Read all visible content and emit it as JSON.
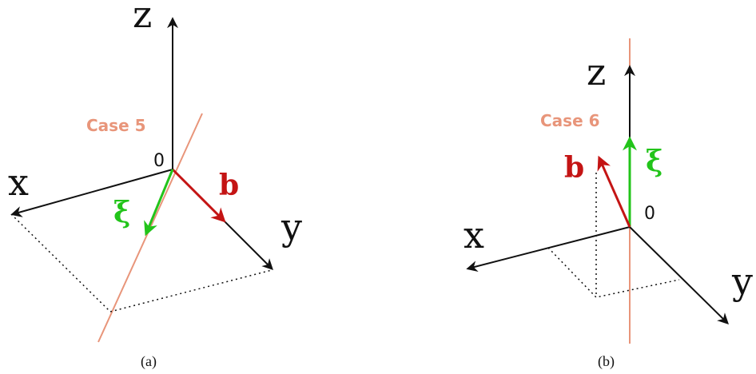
{
  "panel_a": {
    "axes": {
      "z": "z",
      "x": "x",
      "y": "y"
    },
    "origin": "0",
    "case_label": "Case 5",
    "vector_b": "b",
    "vector_xi": "ξ",
    "caption": "(a)"
  },
  "panel_b": {
    "axes": {
      "z": "z",
      "x": "x",
      "y": "y"
    },
    "origin": "0",
    "case_label": "Case 6",
    "vector_b": "b",
    "vector_xi": "ξ",
    "caption": "(b)"
  },
  "colors": {
    "axis": "#111111",
    "case_line": "#e8957a",
    "b_vector": "#c41414",
    "xi_vector": "#22c41a"
  }
}
